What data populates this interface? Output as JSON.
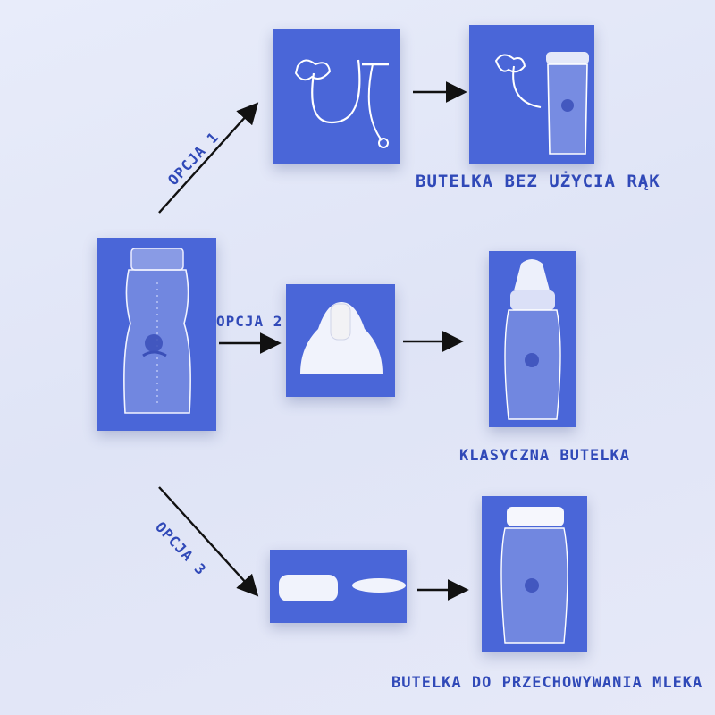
{
  "options": [
    {
      "label": "OPCJA 1",
      "result": "BUTELKA BEZ UŻYCIA RĄK"
    },
    {
      "label": "OPCJA 2",
      "result": "KLASYCZNA BUTELKA"
    },
    {
      "label": "OPCJA 3",
      "result": "BUTELKA DO PRZECHOWYWANIA MLEKA"
    }
  ],
  "colors": {
    "tile": "#4a66d8",
    "text": "#3049b8",
    "arrow": "#111111"
  }
}
